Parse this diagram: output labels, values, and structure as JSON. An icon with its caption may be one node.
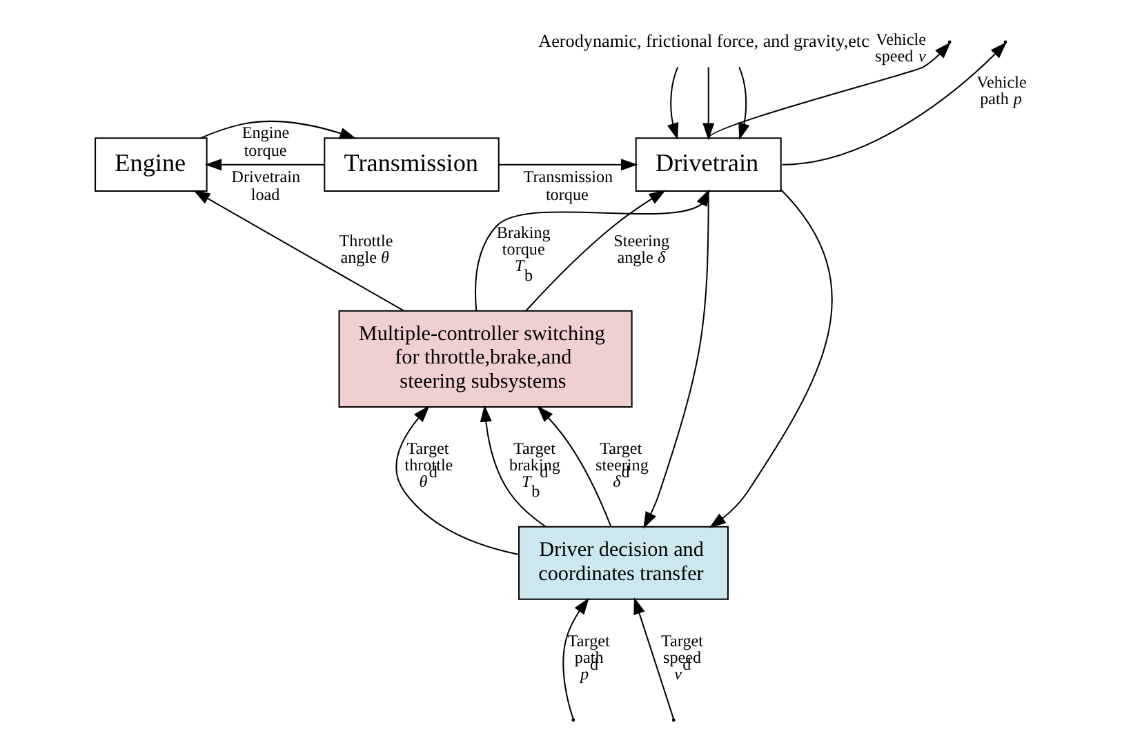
{
  "diagram": {
    "nodes": [
      {
        "text": [
          "Engine"
        ]
      },
      {
        "text": [
          "Transmission"
        ]
      },
      {
        "text": [
          "Drivetrain"
        ]
      },
      {
        "text": [
          "Multiple-controller switching for throttle,brake,and steering subsystems"
        ]
      },
      {
        "text": [
          "Driver decision and coordinates transfer"
        ]
      },
      {
        "text": [
          "Aerodynamic, frictional force, and gravity,etc"
        ]
      }
    ],
    "edges": [
      {
        "from": 0,
        "to": 1,
        "arrow": "to",
        "label": "Engine torque"
      },
      {
        "from": 1,
        "to": 0,
        "arrow": "to",
        "label": "Drivetrain load"
      },
      {
        "from": 1,
        "to": 2,
        "arrow": "to",
        "label": "Transmission torque"
      },
      {
        "from": 5,
        "to": 2,
        "arrow": "to"
      },
      {
        "from": 5,
        "to": 2,
        "arrow": "to"
      },
      {
        "from": 5,
        "to": 2,
        "arrow": "to"
      },
      {
        "from": 2,
        "to": null,
        "arrow": "to",
        "label": "Vehicle speed *v*"
      },
      {
        "from": 2,
        "to": null,
        "arrow": "to",
        "label": "Vehicle path *p*"
      },
      {
        "from": 2,
        "to": 4,
        "arrow": "to"
      },
      {
        "from": 2,
        "to": 4,
        "arrow": "to"
      },
      {
        "from": 3,
        "to": 0,
        "arrow": "to",
        "label": "Throttle angle *θ*"
      },
      {
        "from": 3,
        "to": 2,
        "arrow": "to",
        "label": "Braking torque *T*$_{b}$"
      },
      {
        "from": 3,
        "to": 2,
        "arrow": "to",
        "label": "Steering angle *δ*"
      },
      {
        "from": 4,
        "to": 3,
        "arrow": "to",
        "label": "Target throttle *θ*$^{d}$"
      },
      {
        "from": 4,
        "to": 3,
        "arrow": "to",
        "label": "Target braking *T*$_{b}$$^{d}$"
      },
      {
        "from": 4,
        "to": 3,
        "arrow": "to",
        "label": "Target steering *δ*$^{d}$"
      },
      {
        "from": null,
        "to": 4,
        "arrow": "to",
        "label": "Target path *p*$^{d}$"
      },
      {
        "from": null,
        "to": 4,
        "arrow": "to",
        "label": "Target speed *v*$^{d}$"
      }
    ]
  }
}
